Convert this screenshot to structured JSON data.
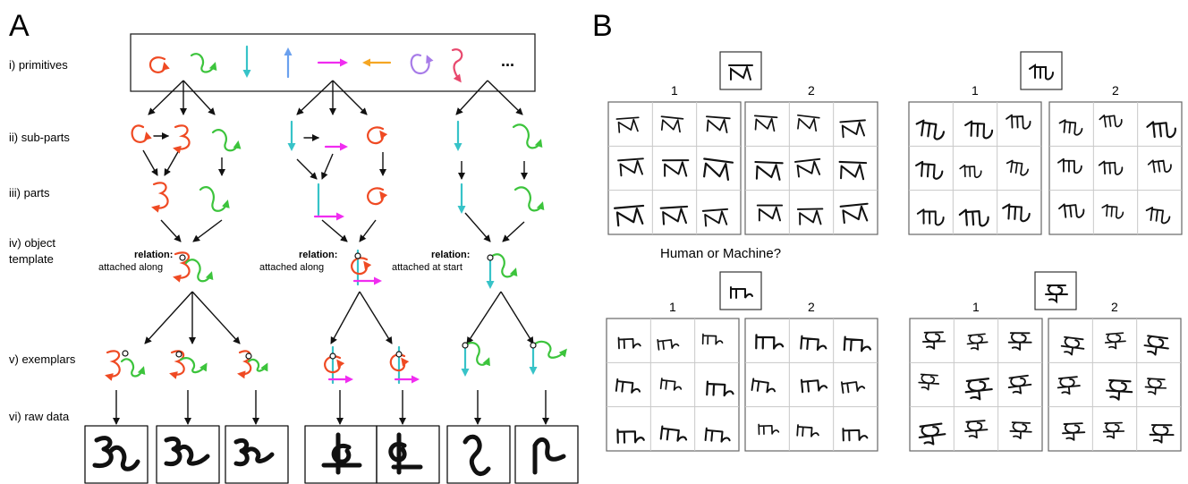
{
  "panel_a": {
    "letter": "A",
    "levels": [
      "i) primitives",
      "ii) sub-parts",
      "iii) parts",
      "iv) object",
      "template",
      "v) exemplars",
      "vi) raw data"
    ],
    "primitive_ellipsis": "...",
    "relation_heading": "relation:",
    "relations": [
      "attached along",
      "attached along",
      "attached at start"
    ],
    "colors": {
      "red": "#ef4a23",
      "green": "#3cc43c",
      "teal": "#37c3c8",
      "blue": "#6aa0ee",
      "magenta": "#f02cf0",
      "orange": "#f5a623",
      "purple": "#a77be8",
      "pink": "#e8486d"
    }
  },
  "panel_b": {
    "letter": "B",
    "question": "Human or Machine?",
    "grid_labels": [
      "1",
      "2"
    ]
  }
}
